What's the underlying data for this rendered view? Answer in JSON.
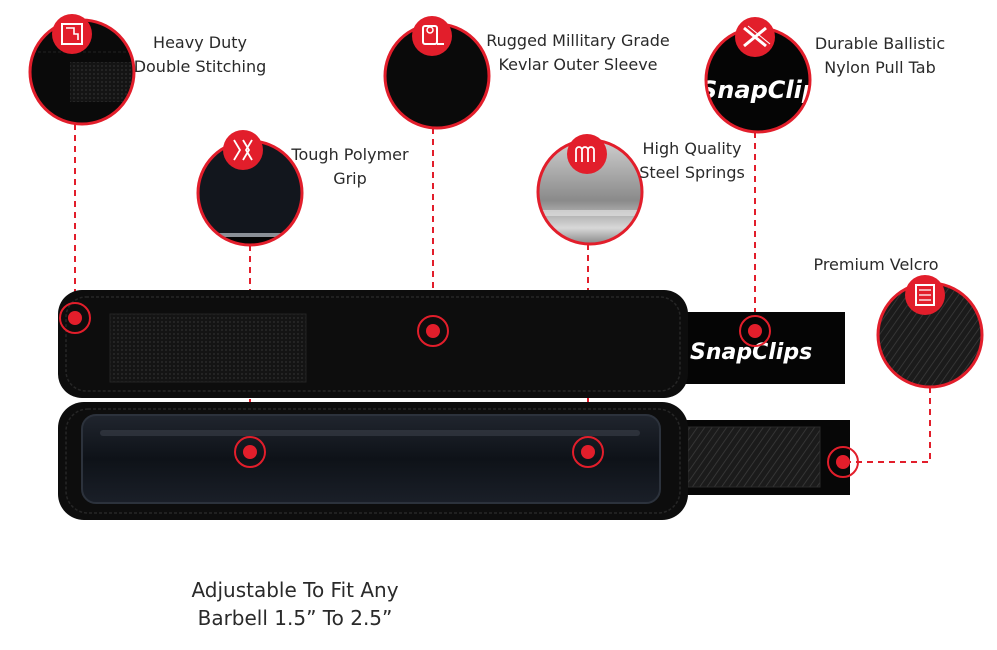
{
  "features": [
    {
      "id": "stitching",
      "line1": "Heavy Duty",
      "line2": "Double Stitching",
      "icon": "stitching-icon"
    },
    {
      "id": "grip",
      "line1": "Tough Polymer",
      "line2": "Grip",
      "icon": "grip-icon"
    },
    {
      "id": "sleeve",
      "line1": "Rugged Millitary Grade",
      "line2": "Kevlar Outer Sleeve",
      "icon": "fabric-roll-icon"
    },
    {
      "id": "springs",
      "line1": "High Quality",
      "line2": "Steel Springs",
      "icon": "spring-icon"
    },
    {
      "id": "pulltab",
      "line1": "Durable Ballistic",
      "line2": "Nylon Pull Tab",
      "icon": "crossed-straps-icon"
    },
    {
      "id": "velcro",
      "line1": "Premium Velcro",
      "icon": "velcro-icon"
    }
  ],
  "brand": {
    "tab_text": "SnapClips",
    "zoom_text": "SnapClips"
  },
  "footer": {
    "line1": "Adjustable To Fit Any",
    "line2": "Barbell 1.5” To 2.5”"
  },
  "colors": {
    "accent": "#e21e2b",
    "strap": "#0d0d0d",
    "grip": "#151a22",
    "text": "#2a2a2a"
  }
}
